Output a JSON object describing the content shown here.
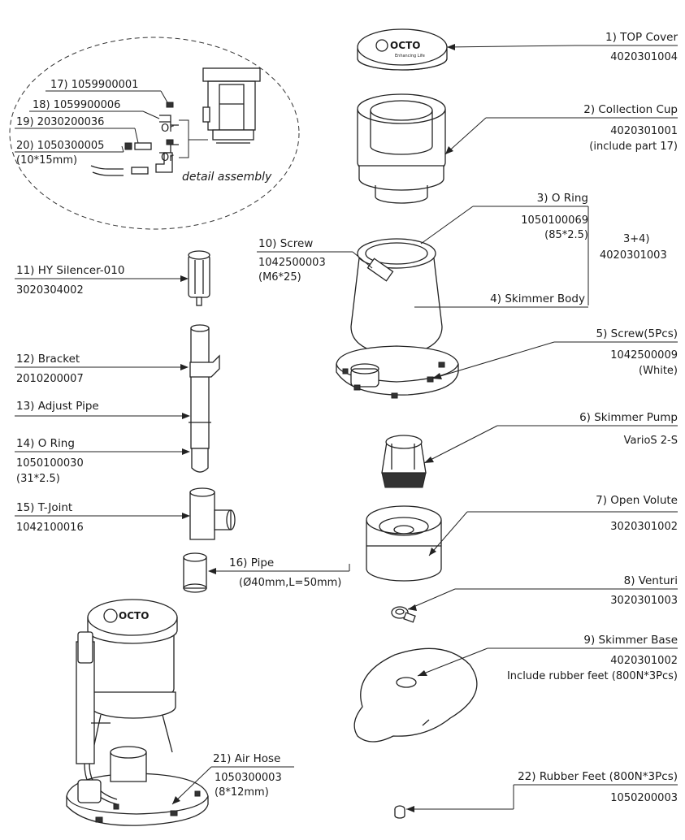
{
  "logo": {
    "text": "OCTO",
    "tagline": "Enhancing Life"
  },
  "detail": {
    "caption": "detail assembly",
    "items": [
      {
        "label": "17) 1059900001"
      },
      {
        "label": "18) 1059900006"
      },
      {
        "label": "19) 2030200036"
      },
      {
        "label": "20) 1050300005",
        "note": "(10*15mm)"
      }
    ],
    "glyphs": [
      "Or",
      "Or"
    ]
  },
  "group_label": {
    "line1": "3+4)",
    "line2": "4020301003"
  },
  "parts": [
    {
      "id": "p1",
      "name": "1) TOP Cover",
      "code": "4020301004"
    },
    {
      "id": "p2",
      "name": "2) Collection Cup",
      "code": "4020301001",
      "note": "(include part 17)"
    },
    {
      "id": "p3",
      "name": "3) O Ring",
      "code": "1050100069",
      "note": "(85*2.5)"
    },
    {
      "id": "p4",
      "name": "4) Skimmer Body"
    },
    {
      "id": "p5",
      "name": "5) Screw(5Pcs)",
      "code": "1042500009",
      "note": "(White)"
    },
    {
      "id": "p6",
      "name": "6) Skimmer Pump",
      "code": "VarioS 2-S"
    },
    {
      "id": "p7",
      "name": "7) Open Volute",
      "code": "3020301002"
    },
    {
      "id": "p8",
      "name": "8) Venturi",
      "code": "3020301003"
    },
    {
      "id": "p9",
      "name": "9) Skimmer Base",
      "code": "4020301002",
      "note": "Include rubber feet (800N*3Pcs)"
    },
    {
      "id": "p10",
      "name": "10) Screw",
      "code": "1042500003",
      "note": "(M6*25)"
    },
    {
      "id": "p11",
      "name": "11) HY Silencer-010",
      "code": "3020304002"
    },
    {
      "id": "p12",
      "name": "12) Bracket",
      "code": "2010200007"
    },
    {
      "id": "p13",
      "name": "13) Adjust Pipe"
    },
    {
      "id": "p14",
      "name": "14) O Ring",
      "code": "1050100030",
      "note": "(31*2.5)"
    },
    {
      "id": "p15",
      "name": "15) T-Joint",
      "code": "1042100016"
    },
    {
      "id": "p16",
      "name": "16) Pipe",
      "code": "(Ø40mm,L=50mm)"
    },
    {
      "id": "p21",
      "name": "21) Air Hose",
      "code": "1050300003",
      "note": "(8*12mm)"
    },
    {
      "id": "p22",
      "name": "22) Rubber Feet (800N*3Pcs)",
      "code": "1050200003"
    }
  ]
}
